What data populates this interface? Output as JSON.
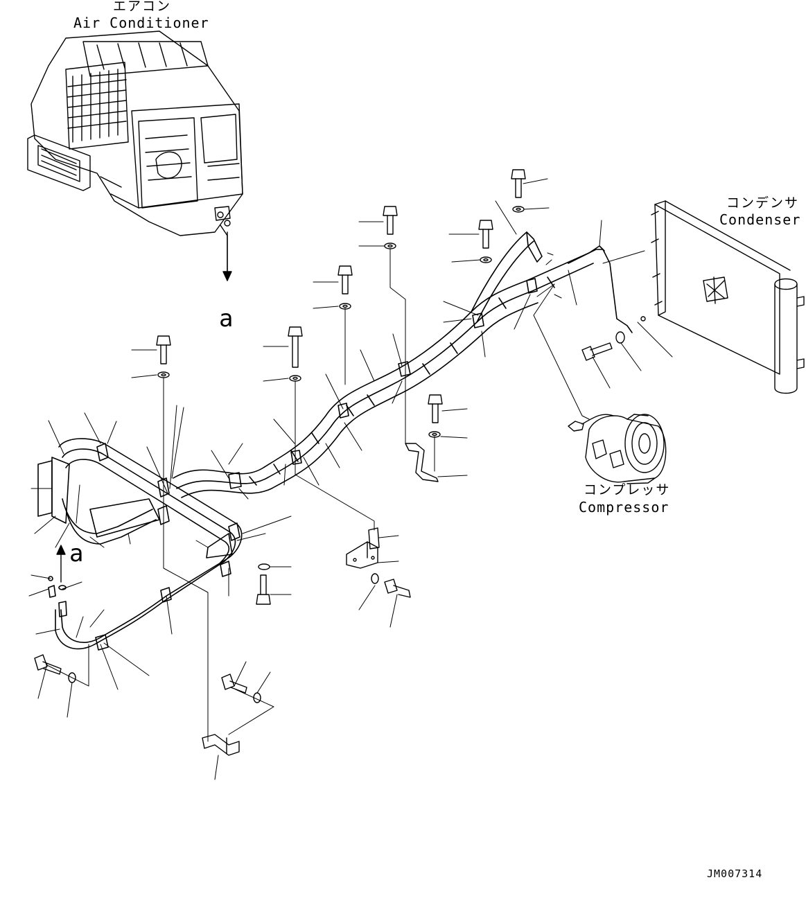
{
  "labels": {
    "air_conditioner_ja": "エアコン",
    "air_conditioner_en": "Air Conditioner",
    "condenser_ja": "コンデンサ",
    "condenser_en": "Condenser",
    "compressor_ja": "コンプレッサ",
    "compressor_en": "Compressor",
    "view_ref_top": "a",
    "view_ref_left": "a",
    "drawing_code": "JM007314"
  },
  "colors": {
    "ink": "#000000",
    "paper": "#ffffff"
  }
}
